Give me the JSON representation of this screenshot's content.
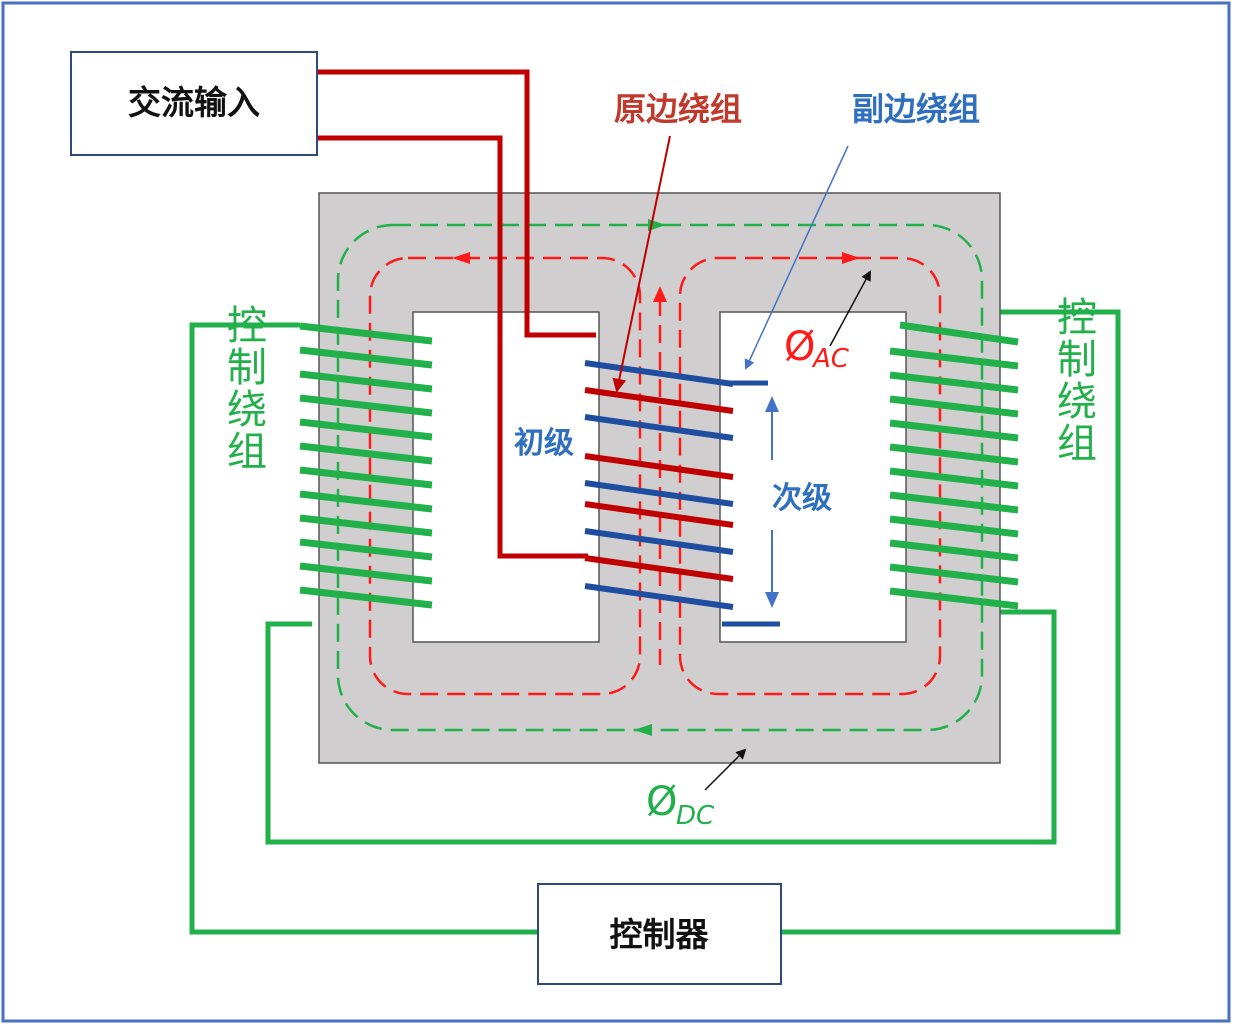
{
  "boxes": {
    "ac_input": "交流输入",
    "controller": "控制器"
  },
  "labels": {
    "primary_winding": "原边绕组",
    "secondary_winding": "副边绕组",
    "primary": "初级",
    "secondary": "次级",
    "control_winding_left": "控制绕组",
    "control_winding_right": "控制绕组"
  },
  "flux": {
    "ac_symbol": "Ø",
    "ac_subscript": "AC",
    "dc_symbol": "Ø",
    "dc_subscript": "DC"
  },
  "colors": {
    "frame_border": "#4472c4",
    "box_border": "#2f4a7a",
    "core_fill": "#d0cece",
    "primary_red": "#c00000",
    "secondary_blue": "#1f4ea0",
    "control_green": "#22b04b",
    "ac_flux_red": "#ff1a1a",
    "dc_flux_green": "#22b04b",
    "label_blue": "#2e6fc0",
    "label_red": "#c0392b",
    "pointer_black": "#111111",
    "pointer_blue": "#4472c4"
  }
}
